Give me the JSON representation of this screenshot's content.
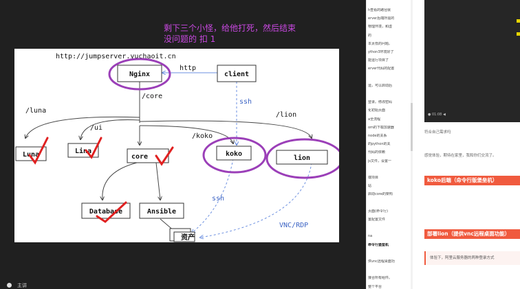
{
  "annotation": {
    "line1": "剩下三个小怪，给他打死，然后结束",
    "line2": "没问题的 扣 1"
  },
  "diagram": {
    "url": "http://jumpserver.yuchaoit.cn",
    "nodes": {
      "nginx": "Nginx",
      "client": "client",
      "luna": "Luna",
      "lina": "Lina",
      "core": "core",
      "koko": "koko",
      "lion": "lion",
      "database": "Database",
      "ansible": "Ansible",
      "assets": "资产"
    },
    "edges": {
      "http": "http",
      "core": "/core",
      "ssh_top": "ssh",
      "luna": "/luna",
      "ui": "/ui",
      "lion": "/lion",
      "koko": "/koko",
      "ssh_bottom": "ssh",
      "vnc": "VNC/RDP"
    }
  },
  "outline": [
    "h查看的路径就",
    "erver后端所需的",
    "物理环境，和虚",
    "的",
    "本太低的问题。",
    "ython3环境好了",
    "能运行项目了",
    "erver代码的配置",
    "",
    "运，可以启动后",
    "",
    "登录。修改密码",
    "化初始页面",
    "a全流程",
    "om的下载加速器",
    "node的关系",
    "的python的关",
    "代码的依赖",
    "js文件，设置一",
    "",
    "端项目",
    "站",
    "启动core的架构",
    "",
    "页面(命令行)",
    "置配置文件",
    "",
    "na",
    "命令行堡垒机",
    "",
    "供vnc远程桌面功",
    "",
    "接合所有组件。",
    "整个平台"
  ],
  "article": {
    "thumb_caption": "● 01:08 ◀",
    "para1": "符合自己需求吗",
    "para2": "感觉体验，期待在家里，我和你们交流了。",
    "section1": "koko后端（命令行版堡垒机）",
    "section2": "部署lion（提供vnc远程桌面功能）",
    "quote": "体验下，阿里云服务器的两种登录方式"
  },
  "player": {
    "label": "主讲"
  }
}
